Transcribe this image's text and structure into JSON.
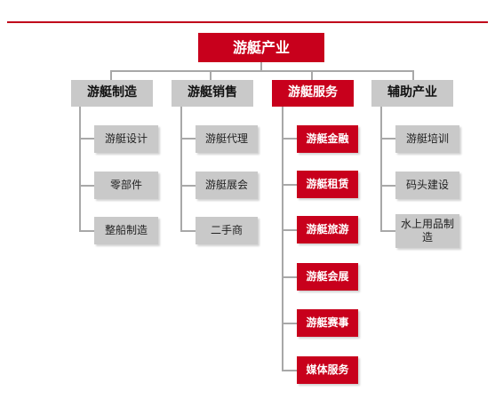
{
  "root": {
    "label": "游艇产业"
  },
  "categories": [
    {
      "label": "游艇制造",
      "items": [
        "游艇设计",
        "零部件",
        "整船制造"
      ]
    },
    {
      "label": "游艇销售",
      "items": [
        "游艇代理",
        "游艇展会",
        "二手商"
      ]
    },
    {
      "label": "游艇服务",
      "items": [
        "游艇金融",
        "游艇租赁",
        "游艇旅游",
        "游艇会展",
        "游艇赛事",
        "媒体服务"
      ]
    },
    {
      "label": "辅助产业",
      "items": [
        "游艇培训",
        "码头建设",
        "水上用品制造"
      ]
    }
  ],
  "colors": {
    "accent": "#c8001c",
    "neutral": "#c9c9c9",
    "connector": "#a8a8a8"
  }
}
